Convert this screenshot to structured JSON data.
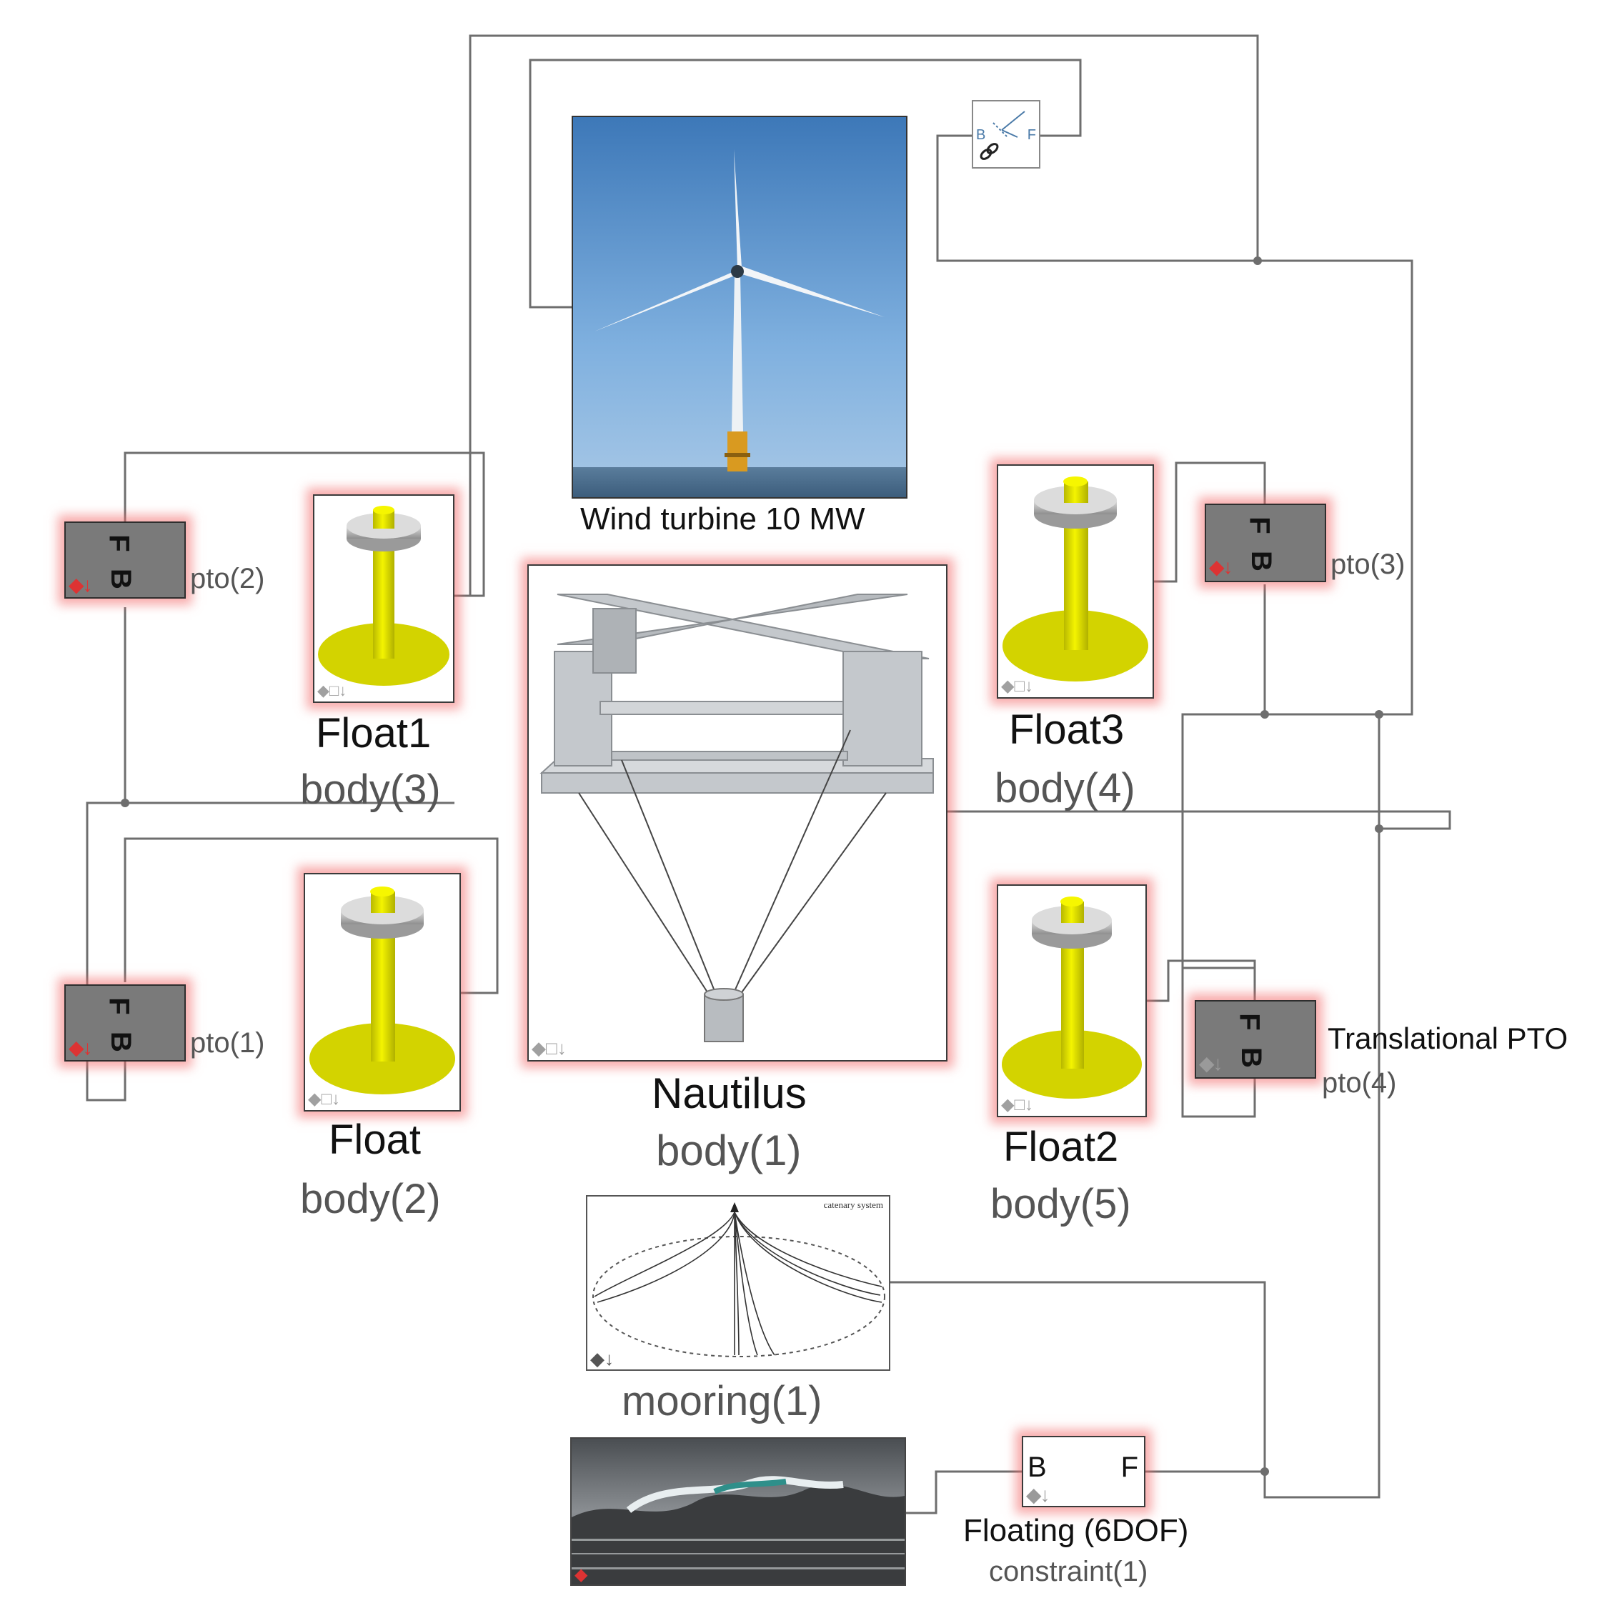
{
  "blocks": {
    "wind_turbine": {
      "label": "Wind turbine 10 MW"
    },
    "nautilus": {
      "name": "Nautilus",
      "sub": "body(1)"
    },
    "float1": {
      "name": "Float1",
      "sub": "body(3)"
    },
    "float": {
      "name": "Float",
      "sub": "body(2)"
    },
    "float3": {
      "name": "Float3",
      "sub": "body(4)"
    },
    "float2": {
      "name": "Float2",
      "sub": "body(5)"
    },
    "mooring": {
      "sub": "mooring(1)",
      "image_caption": "catenary system"
    },
    "constraint": {
      "name": "Floating (6DOF)",
      "sub": "constraint(1)",
      "port_b": "B",
      "port_f": "F"
    },
    "rigid_transform": {
      "port_b": "B",
      "port_f": "F"
    }
  },
  "pto_blocks": [
    {
      "id": "pto2",
      "label": "pto(2)",
      "port_b": "B",
      "port_f": "F"
    },
    {
      "id": "pto1",
      "label": "pto(1)",
      "port_b": "B",
      "port_f": "F"
    },
    {
      "id": "pto3",
      "label": "pto(3)",
      "port_b": "B",
      "port_f": "F"
    },
    {
      "id": "pto4",
      "label": "pto(4)",
      "title": "Translational PTO",
      "port_b": "B",
      "port_f": "F"
    }
  ],
  "colors": {
    "highlight_glow": "#f26a6a",
    "wire": "#6e6e6e",
    "pto_fill": "#7a7a7a",
    "float_yellow": "#e6e600",
    "float_disc": "#b0b0b0"
  }
}
